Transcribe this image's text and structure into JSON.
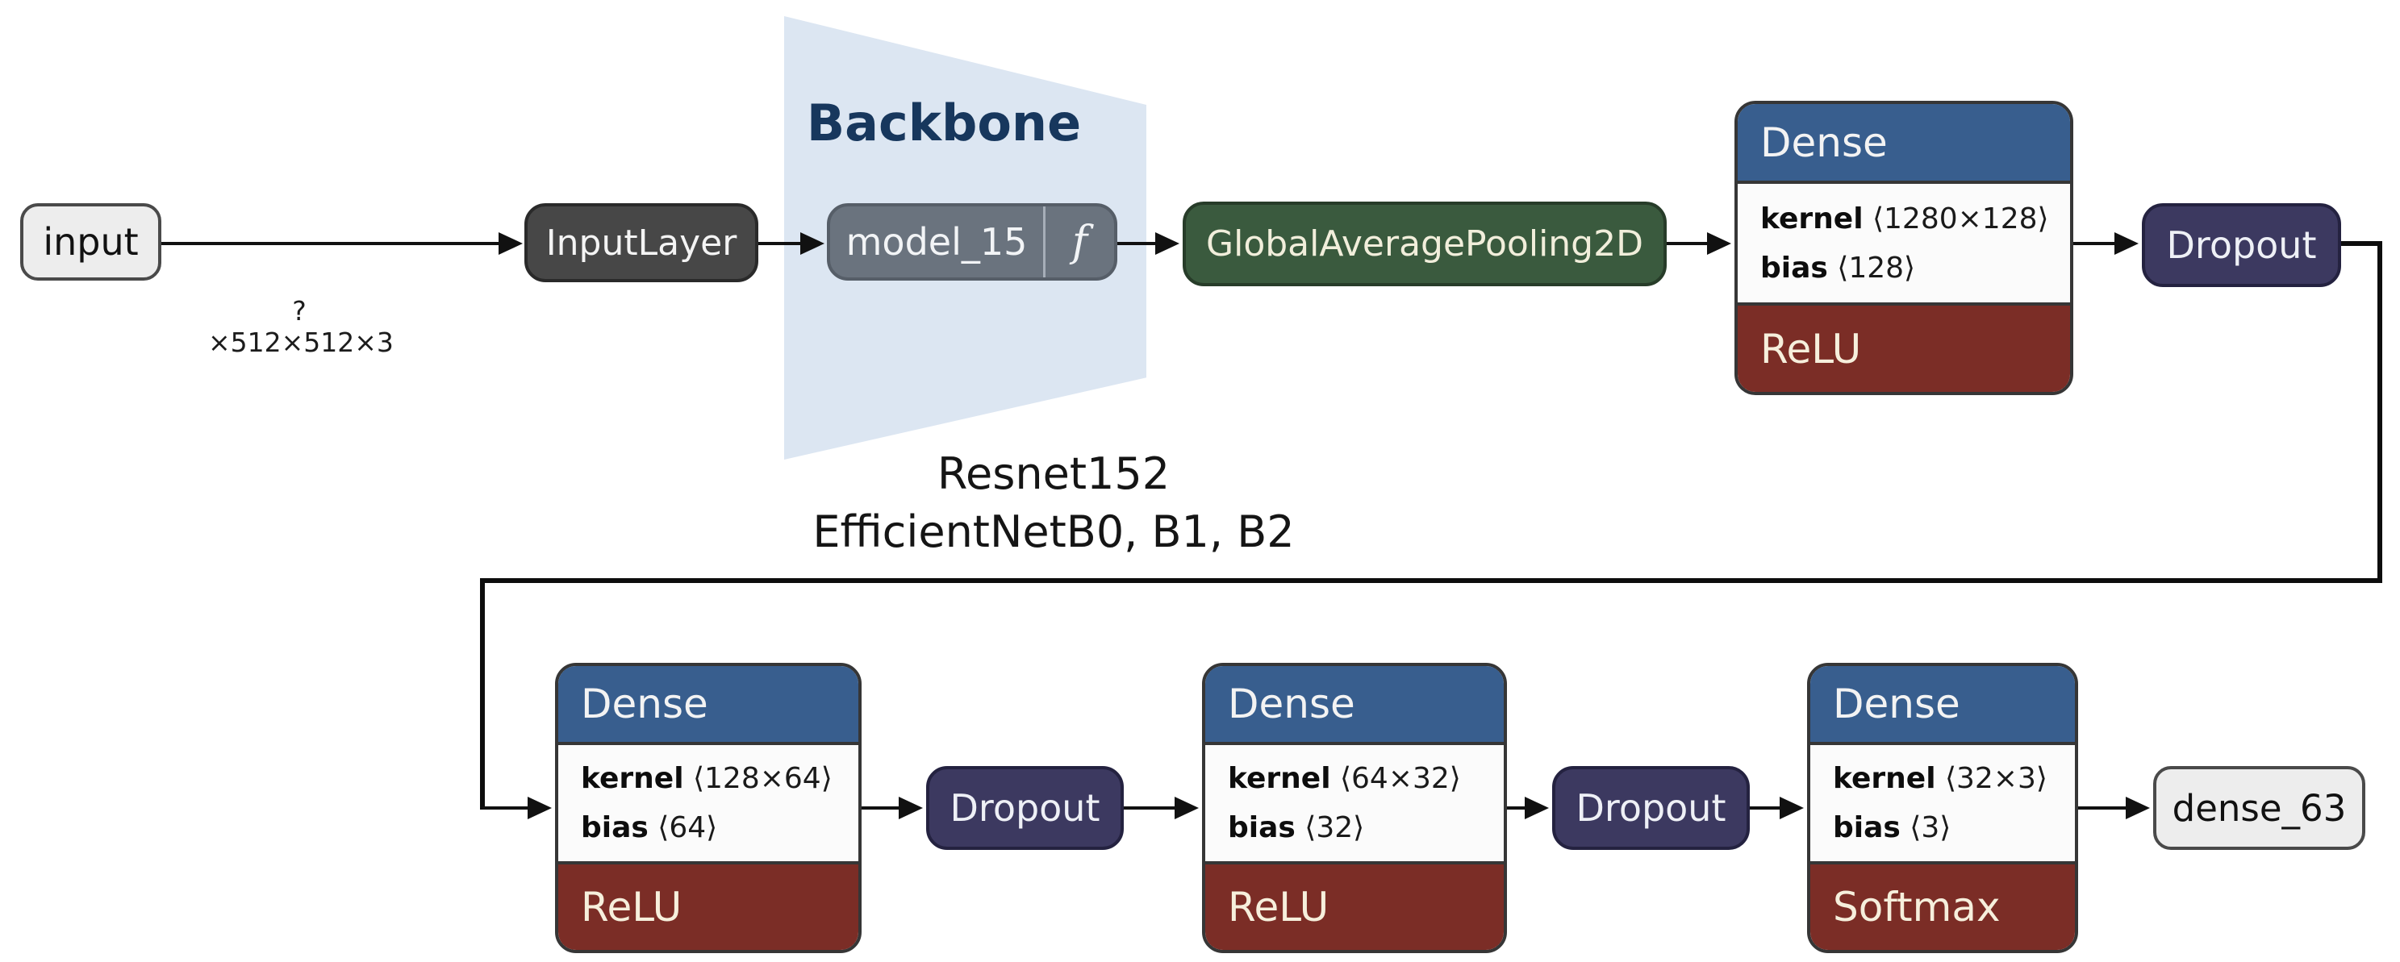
{
  "annotations": {
    "backbone_title": "Backbone",
    "backbone_note_line1": "Resnet152",
    "backbone_note_line2": "EfficientNetB0, B1, B2",
    "input_shape_label": "?×512×512×3"
  },
  "nodes": {
    "input": {
      "label": "input"
    },
    "input_layer": {
      "label": "InputLayer"
    },
    "backbone_model": {
      "label": "model_15",
      "fn_symbol": "f"
    },
    "global_average_pooling": {
      "label": "GlobalAveragePooling2D"
    },
    "dense_1": {
      "title": "Dense",
      "kernel_label": "kernel",
      "kernel_shape": "⟨1280×128⟩",
      "bias_label": "bias",
      "bias_shape": "⟨128⟩",
      "activation": "ReLU"
    },
    "dropout_1": {
      "label": "Dropout"
    },
    "dense_2": {
      "title": "Dense",
      "kernel_label": "kernel",
      "kernel_shape": "⟨128×64⟩",
      "bias_label": "bias",
      "bias_shape": "⟨64⟩",
      "activation": "ReLU"
    },
    "dropout_2": {
      "label": "Dropout"
    },
    "dense_3": {
      "title": "Dense",
      "kernel_label": "kernel",
      "kernel_shape": "⟨64×32⟩",
      "bias_label": "bias",
      "bias_shape": "⟨32⟩",
      "activation": "ReLU"
    },
    "dropout_3": {
      "label": "Dropout"
    },
    "dense_4": {
      "title": "Dense",
      "kernel_label": "kernel",
      "kernel_shape": "⟨32×3⟩",
      "bias_label": "bias",
      "bias_shape": "⟨3⟩",
      "activation": "Softmax"
    },
    "output": {
      "label": "dense_63"
    }
  },
  "colors": {
    "dense_header_blue": "#385e8e",
    "activation_maroon": "#7b2d26",
    "dropout_purple": "#3c3960",
    "pooling_green": "#3a5a3e",
    "input_layer_gray": "#474747",
    "model_slate": "#6a737e",
    "backbone_bg_blue": "#dce6f2",
    "backbone_title_navy": "#17375d",
    "io_node_gray": "#ededed"
  }
}
